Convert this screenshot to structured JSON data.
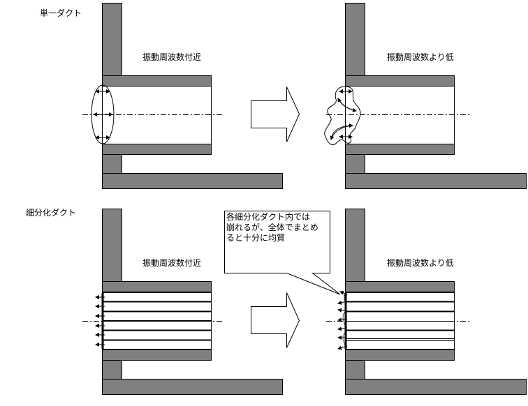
{
  "colors": {
    "wall": "#808080",
    "line": "#000000",
    "background": "#ffffff"
  },
  "sections": [
    {
      "title": "単一ダクト",
      "left_panel": {
        "label": "振動周波数付近"
      },
      "right_panel": {
        "label": "振動周波数より低"
      }
    },
    {
      "title": "細分化ダクト",
      "left_panel": {
        "label": "振動周波数付近"
      },
      "right_panel": {
        "label": "振動周波数より低"
      },
      "callout": {
        "lines": [
          "各細分化ダクト内では",
          "崩れるが、全体でまとめ",
          "ると十分に均質"
        ]
      }
    }
  ],
  "icons": {
    "transition": "right-arrow-icon"
  }
}
